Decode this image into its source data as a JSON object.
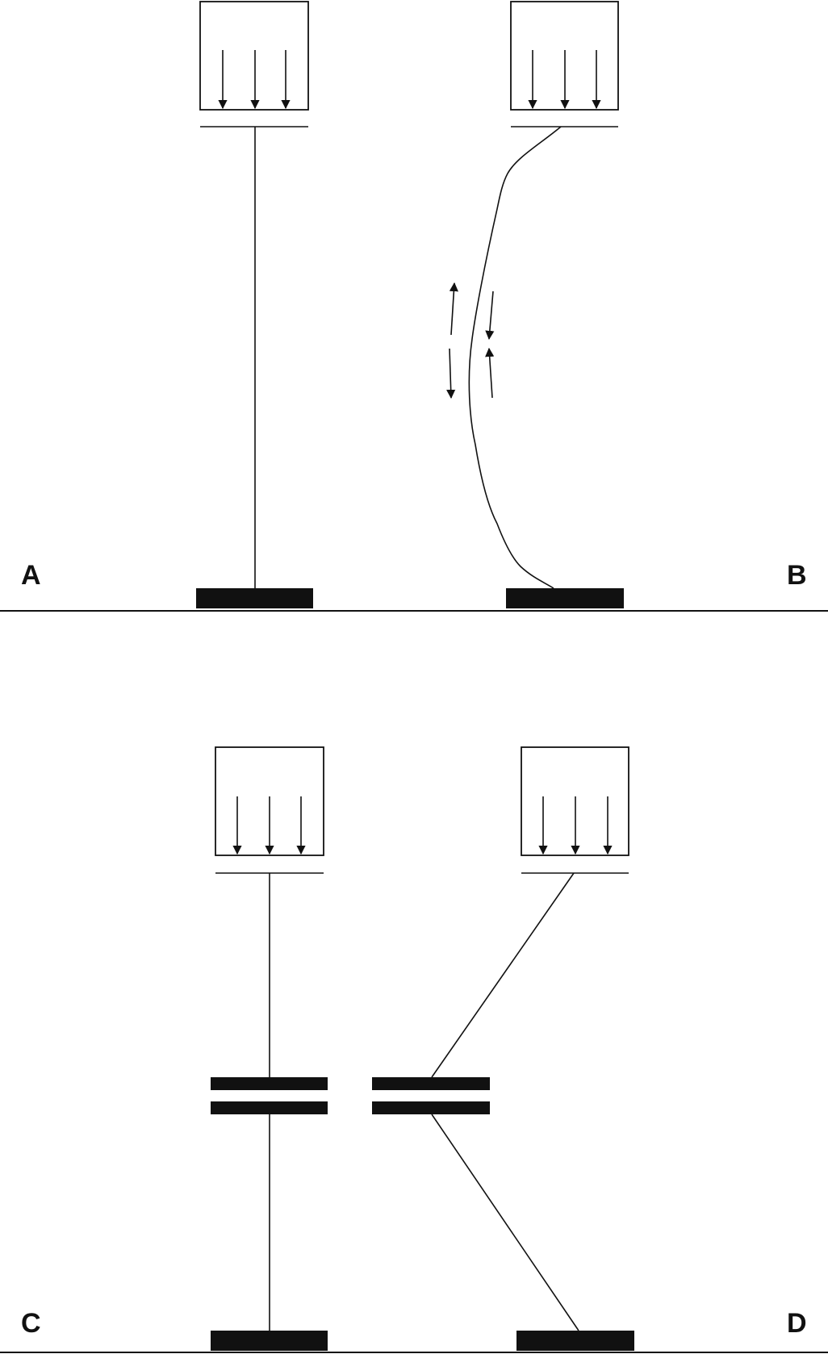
{
  "panels": [
    {
      "label": "A",
      "state": "straight column"
    },
    {
      "label": "B",
      "state": "buckled column"
    },
    {
      "label": "C",
      "state": "straight column with joint"
    },
    {
      "label": "D",
      "state": "angled column with joint"
    }
  ],
  "colors": {
    "ink": "#111111",
    "background": "#ffffff"
  }
}
